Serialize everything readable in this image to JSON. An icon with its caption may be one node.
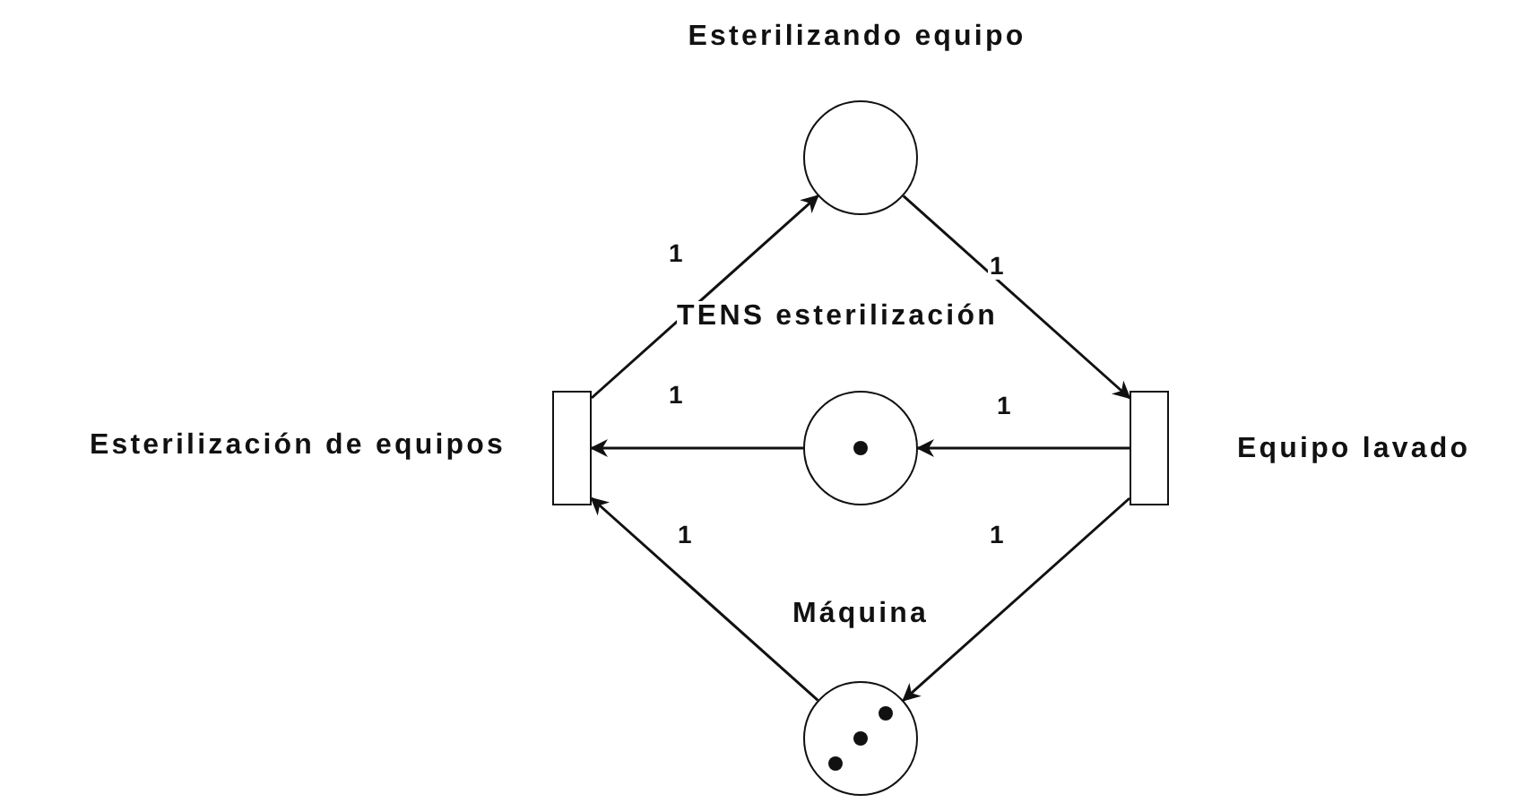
{
  "diagram": {
    "nodes": [
      {
        "text": [],
        "shape": "circle",
        "beside": [
          "Esterilizando equipo"
        ]
      },
      {
        "text": [],
        "shape": "box",
        "beside": [
          "Esterilización de equipos"
        ]
      },
      {
        "text": [],
        "shape": "circle",
        "beside": [
          "TENS esterilización"
        ]
      },
      {
        "text": [],
        "shape": "box",
        "beside": [
          "Equipo lavado"
        ]
      },
      {
        "text": [],
        "shape": "circle",
        "beside": [
          "Máquina"
        ]
      }
    ],
    "edges": [
      {
        "from": 1,
        "to": 0,
        "arrow": "to",
        "label": "1"
      },
      {
        "from": 0,
        "to": 3,
        "arrow": "to",
        "label": "1"
      },
      {
        "from": 3,
        "to": 2,
        "arrow": "to",
        "label": "1"
      },
      {
        "from": 2,
        "to": 1,
        "arrow": "to",
        "label": "1"
      },
      {
        "from": 3,
        "to": 4,
        "arrow": "to",
        "label": "1"
      },
      {
        "from": 4,
        "to": 1,
        "arrow": "to",
        "label": "1"
      }
    ]
  }
}
